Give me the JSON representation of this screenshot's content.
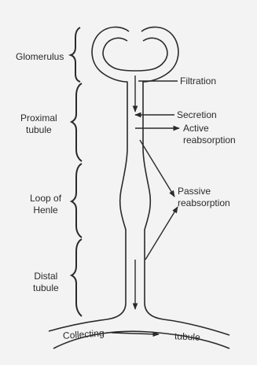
{
  "sections": {
    "glomerulus": "Glomerulus",
    "proximal_line1": "Proximal",
    "proximal_line2": "tubule",
    "loop_line1": "Loop of",
    "loop_line2": "Henle",
    "distal_line1": "Distal",
    "distal_line2": "tubule"
  },
  "processes": {
    "filtration": "Filtration",
    "secretion": "Secretion",
    "active_line1": "Active",
    "active_line2": "reabsorption",
    "passive_line1": "Passive",
    "passive_line2": "reabsorption"
  },
  "collecting": {
    "word1": "Collecting",
    "word2": "tubule"
  },
  "colors": {
    "ink": "#2a2a2a",
    "background": "#f3f3f3"
  }
}
